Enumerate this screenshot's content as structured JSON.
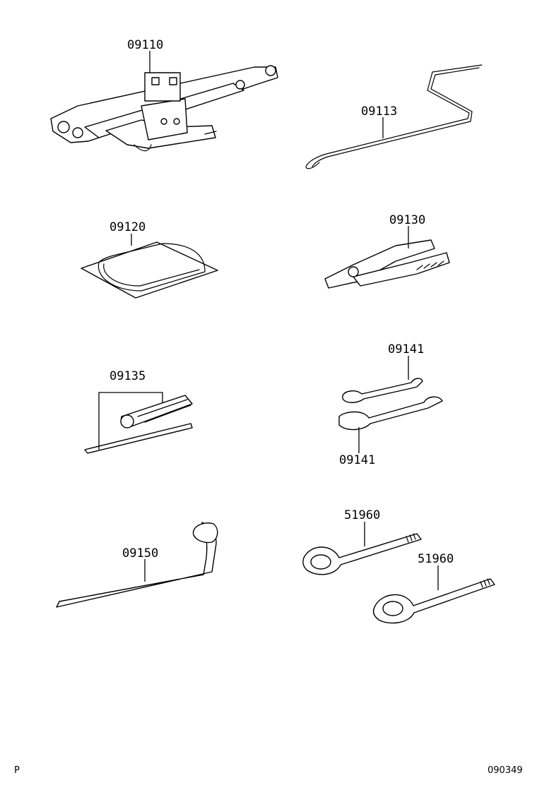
{
  "parts": [
    {
      "id": "jack",
      "number": "09110"
    },
    {
      "id": "jack-handle",
      "number": "09113"
    },
    {
      "id": "tool-bag",
      "number": "09120"
    },
    {
      "id": "pliers",
      "number": "09130"
    },
    {
      "id": "screwdriver",
      "number": "09135"
    },
    {
      "id": "wrench-upper",
      "number": "09141"
    },
    {
      "id": "wrench-lower",
      "number": "09141"
    },
    {
      "id": "lug-wrench",
      "number": "09150"
    },
    {
      "id": "towing-eye-upper",
      "number": "51960"
    },
    {
      "id": "towing-eye-lower",
      "number": "51960"
    }
  ],
  "footer": {
    "left_mark": "P",
    "diagram_code": "090349"
  }
}
